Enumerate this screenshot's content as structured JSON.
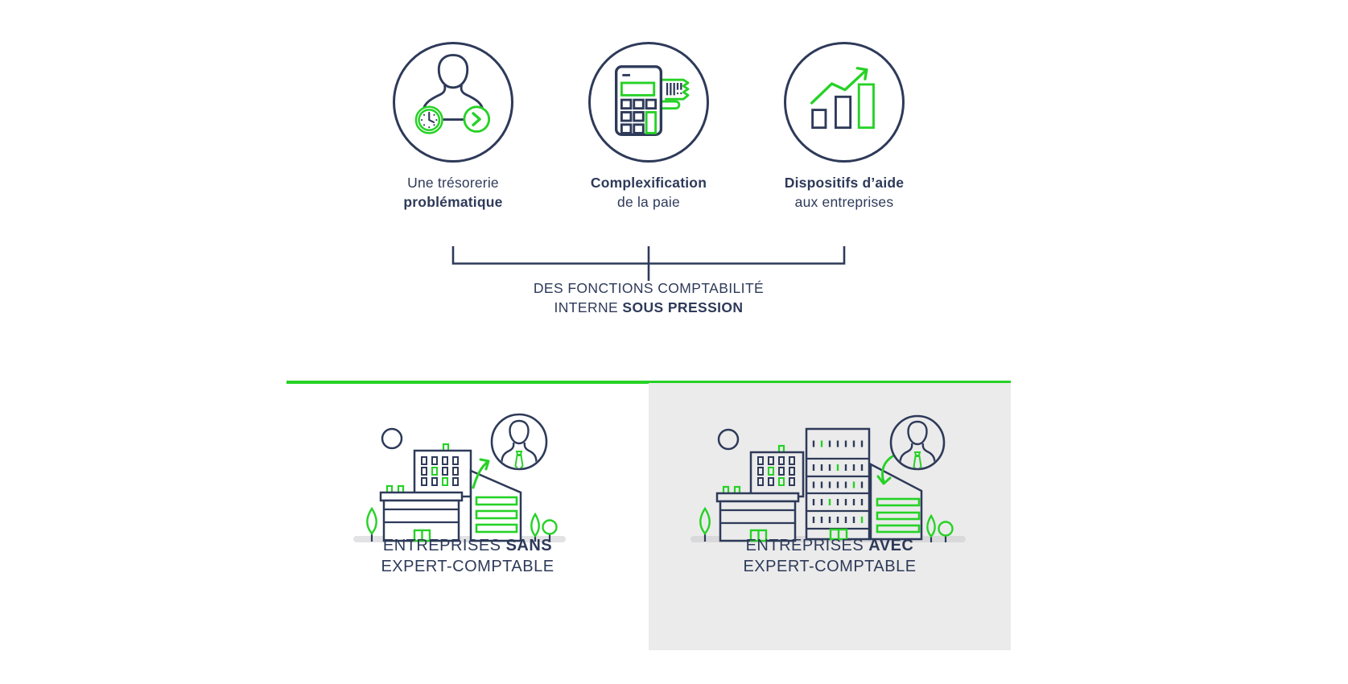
{
  "colors": {
    "navy": "#2E3A59",
    "green": "#26D226",
    "panel_background": "#EBEBEB",
    "ground_gray": "#E3E3E5"
  },
  "features": [
    {
      "icon": "person-clock-arrow-icon",
      "line1": "Une trésorerie",
      "line2": "problématique"
    },
    {
      "icon": "calculator-receipt-icon",
      "line1": "Complexification",
      "line2": "de la paie"
    },
    {
      "icon": "bar-chart-growth-icon",
      "line1": "Dispositifs d’aide",
      "line2": "aux entreprises"
    }
  ],
  "summary": {
    "line1": "DES FONCTIONS COMPTABILITÉ",
    "line2_regular": "INTERNE ",
    "line2_bold": "SOUS PRESSION"
  },
  "panels": [
    {
      "illustration": "buildings-without-accountant-illustration",
      "title_prefix": "ENTREPRISES ",
      "title_emphasis": "SANS",
      "title_line2": "EXPERT-COMPTABLE"
    },
    {
      "illustration": "buildings-with-accountant-illustration",
      "title_prefix": "ENTREPRISES ",
      "title_emphasis": "AVEC",
      "title_line2": "EXPERT-COMPTABLE"
    }
  ]
}
